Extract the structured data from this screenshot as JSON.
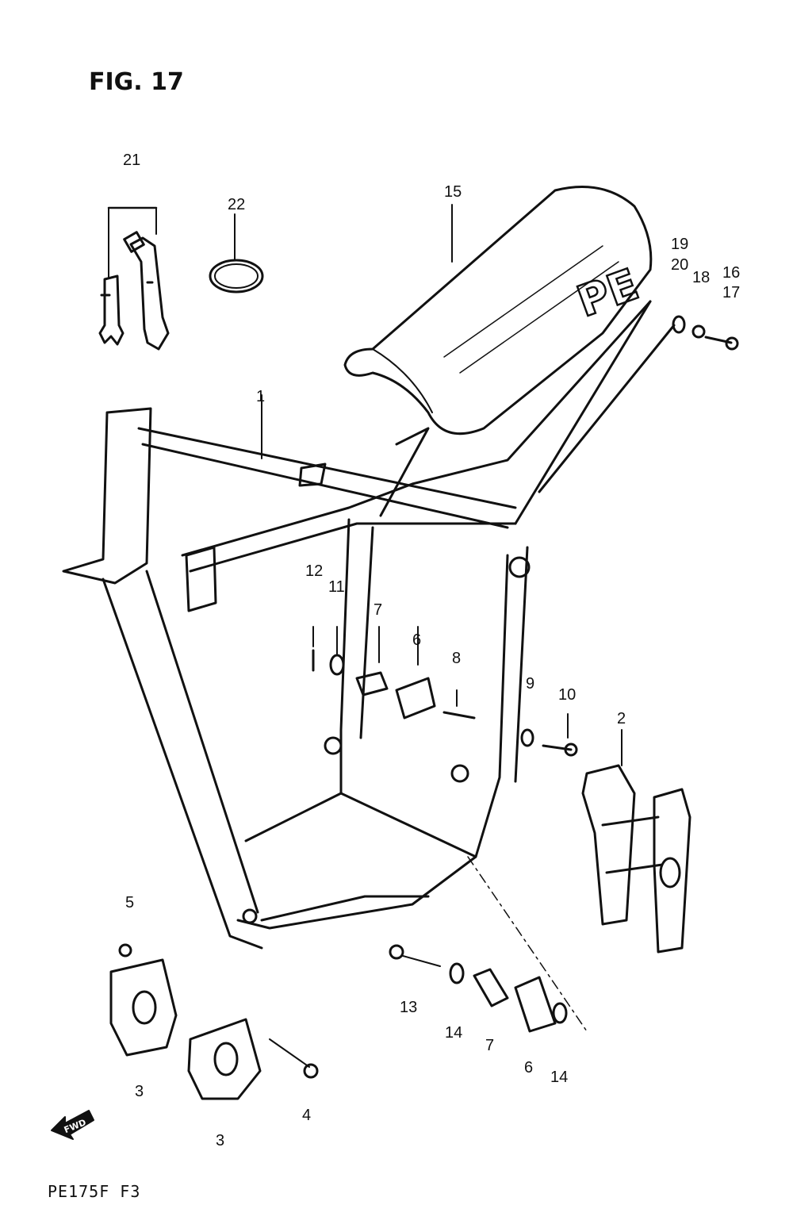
{
  "figure": {
    "title": "FIG. 17",
    "code": "PE175F F3",
    "fwd_label": "FWD",
    "seat_logo": "PE"
  },
  "callouts": [
    {
      "id": "c21",
      "text": "21"
    },
    {
      "id": "c22",
      "text": "22"
    },
    {
      "id": "c15",
      "text": "15"
    },
    {
      "id": "c19",
      "text": "19"
    },
    {
      "id": "c20",
      "text": "20"
    },
    {
      "id": "c18",
      "text": "18"
    },
    {
      "id": "c16",
      "text": "16"
    },
    {
      "id": "c17",
      "text": "17"
    },
    {
      "id": "c1",
      "text": "1"
    },
    {
      "id": "c12",
      "text": "12"
    },
    {
      "id": "c11",
      "text": "11"
    },
    {
      "id": "c7a",
      "text": "7"
    },
    {
      "id": "c6a",
      "text": "6"
    },
    {
      "id": "c8",
      "text": "8"
    },
    {
      "id": "c9",
      "text": "9"
    },
    {
      "id": "c10",
      "text": "10"
    },
    {
      "id": "c2",
      "text": "2"
    },
    {
      "id": "c5",
      "text": "5"
    },
    {
      "id": "c13",
      "text": "13"
    },
    {
      "id": "c14a",
      "text": "14"
    },
    {
      "id": "c7b",
      "text": "7"
    },
    {
      "id": "c6b",
      "text": "6"
    },
    {
      "id": "c14b",
      "text": "14"
    },
    {
      "id": "c3a",
      "text": "3"
    },
    {
      "id": "c4",
      "text": "4"
    },
    {
      "id": "c3b",
      "text": "3"
    }
  ]
}
